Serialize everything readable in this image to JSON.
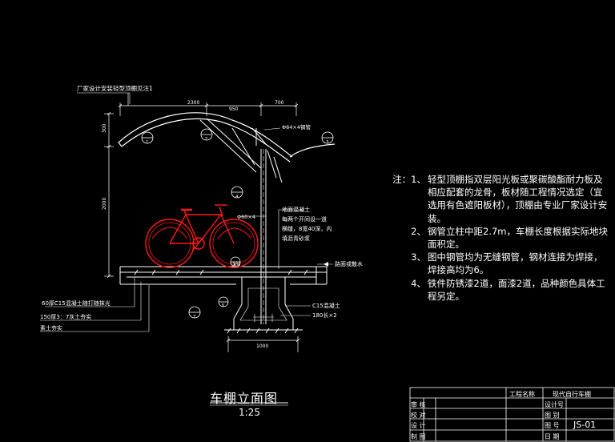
{
  "labels": {
    "top_note": "厂家设计安装轻型顶棚见注1",
    "dim_top_total": "2300",
    "dim_top_mid": "950",
    "dim_top_right": "700",
    "dim_left_small": "300",
    "dim_left_height": "2000",
    "dim_bottom": "1000",
    "pipe_label": "Φ84×4钢管",
    "stand_label": "Φ60×4",
    "slope": "1%",
    "concrete_note_1": "地面混凝土",
    "concrete_note_2": "每两个开间设一道",
    "concrete_note_3": "横缝，8宽40深，内",
    "concrete_note_4": "填沥青砂浆",
    "pave_note": "路面或散水",
    "c15_note": "C15混凝土",
    "depth_note": "180长×2",
    "layer_1": "60厚C15混凝土随打随抹光",
    "layer_2": "150厚3：7灰土夯实",
    "layer_3": "素土夯实",
    "tag_1": "1",
    "tag_2": "2",
    "tag_3": "3",
    "tag_4": "4",
    "tag_5": "5",
    "tag_6": "6",
    "tag_7": "7"
  },
  "notes": [
    {
      "num": "注：1、",
      "text": "轻型顶棚指双层阳光板或聚碳酸酯耐力板及相应配套的龙骨，板材随工程情况选定（宜选用有色遮阳板材），顶棚由专业厂家设计安装。"
    },
    {
      "num": "2、",
      "text": "钢管立柱中距2.7m，车棚长度根据实际地块面积定。"
    },
    {
      "num": "3、",
      "text": "图中钢管均为无缝钢管，钢材连接为焊接，焊接高均为6。"
    },
    {
      "num": "4、",
      "text": "铁件防锈漆2道，面漆2道，品种颜色具体工程另定。"
    }
  ],
  "title": "车棚立面图",
  "scale": "1:25",
  "title_block": {
    "project_name_label": "工程名称",
    "project_name": "现代自行车棚",
    "design_no_label": "设计号",
    "drawing_label": "图  别",
    "drawing_no_label": "图  号",
    "drawing_no": "JS-01",
    "date_label": "日  期",
    "roles": [
      "审  核",
      "校  对",
      "设  计",
      "制  图"
    ]
  },
  "colors": {
    "background": "#000000",
    "line": "#ffffff",
    "bicycle": "#ff0000",
    "grey": "#bfbfbf"
  }
}
